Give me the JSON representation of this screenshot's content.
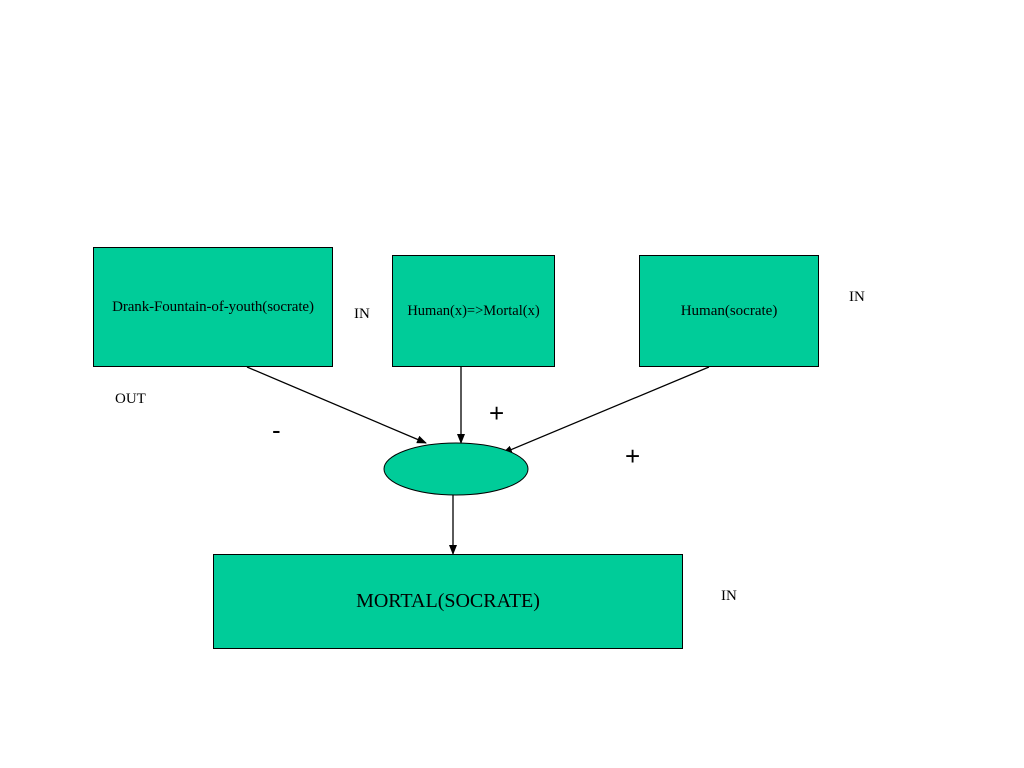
{
  "nodes": {
    "premise_1": {
      "text": "Drank-Fountain-of-youth(socrate)",
      "status": "OUT"
    },
    "premise_2": {
      "text": "Human(x)=>Mortal(x)",
      "status": "IN"
    },
    "premise_3": {
      "text": "Human(socrate)",
      "status": "IN"
    },
    "conclusion": {
      "text": "MORTAL(SOCRATE)",
      "status": "IN"
    }
  },
  "edge_signs": {
    "premise_1": "-",
    "premise_2": "+",
    "premise_3": "+"
  },
  "colors": {
    "node_fill": "#00cc99",
    "stroke": "#000000",
    "background": "#ffffff"
  }
}
